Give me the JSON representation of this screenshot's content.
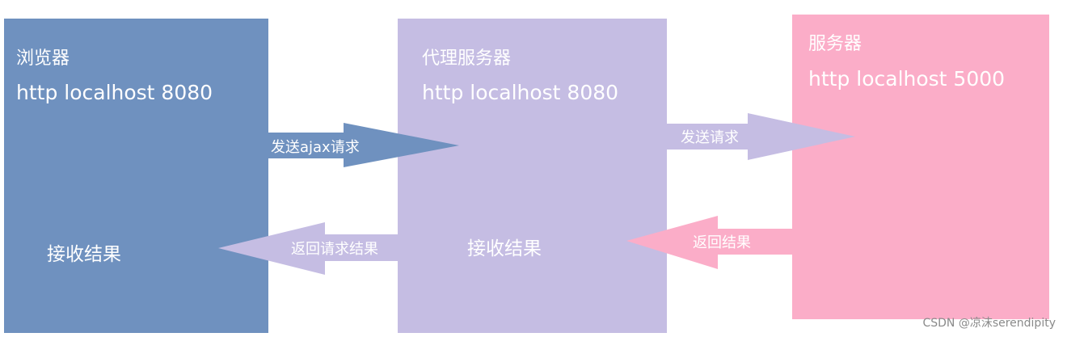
{
  "nodes": {
    "browser": {
      "title": "浏览器",
      "address": "http localhost 8080",
      "note": "接收结果",
      "color": "#6f91bf"
    },
    "proxy": {
      "title": "代理服务器",
      "address": "http localhost 8080",
      "note": "接收结果",
      "color": "#c5bde3"
    },
    "server": {
      "title": "服务器",
      "address": "http localhost 5000",
      "color": "#fbadc8"
    }
  },
  "arrows": {
    "browser_to_proxy": "发送ajax请求",
    "proxy_to_browser": "返回请求结果",
    "proxy_to_server": "发送请求",
    "server_to_proxy": "返回结果"
  },
  "watermark": "CSDN @凉沫serendipity"
}
